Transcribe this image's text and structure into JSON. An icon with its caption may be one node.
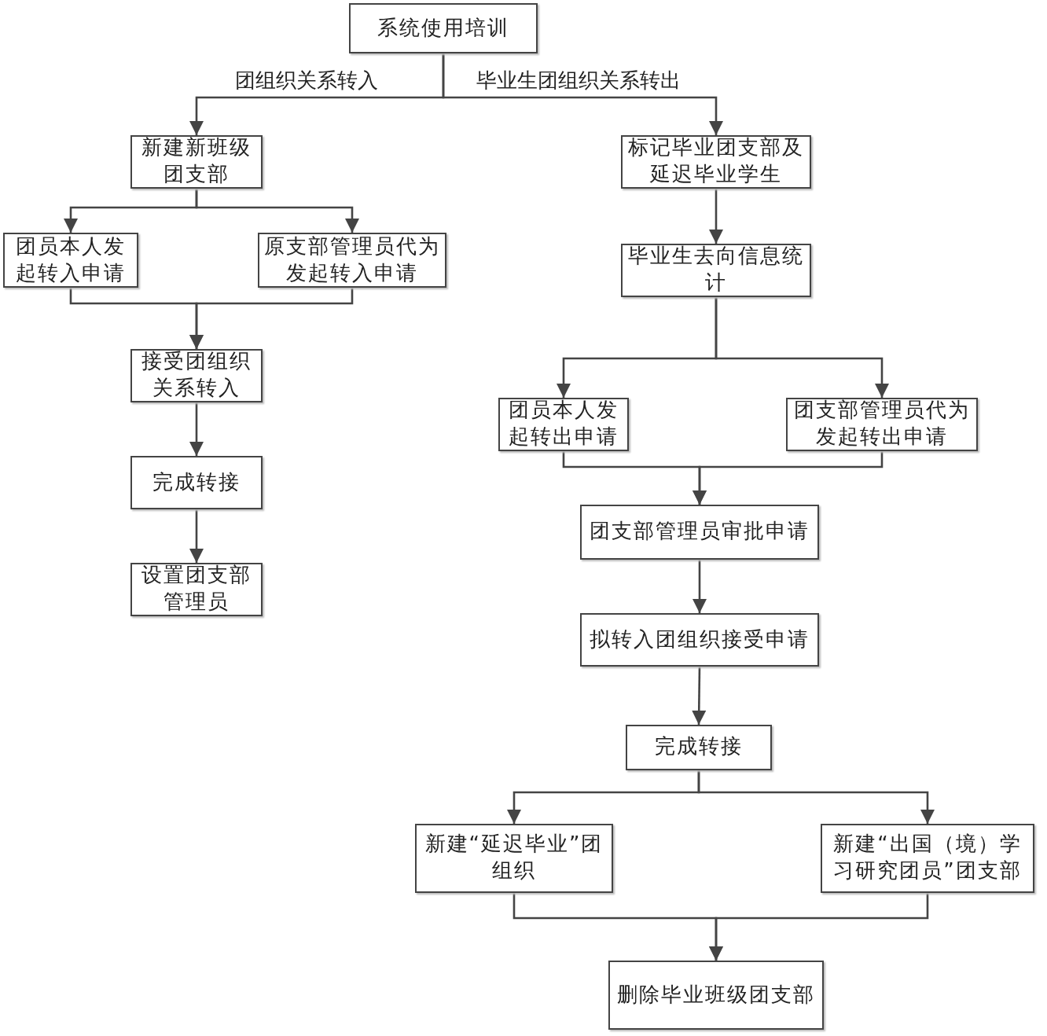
{
  "diagram": {
    "nodes": [
      {
        "text": [
          "系统使用培训"
        ]
      },
      {
        "text": [
          "新建新班级团支部"
        ]
      },
      {
        "text": [
          "标记毕业团支部及延迟毕业学生"
        ]
      },
      {
        "text": [
          "团员本人发起转入申请"
        ]
      },
      {
        "text": [
          "原支部管理员代为发起转入申请"
        ]
      },
      {
        "text": [
          "毕业生去向信息统计"
        ]
      },
      {
        "text": [
          "接受团组织关系转入"
        ]
      },
      {
        "text": [
          "团员本人发起转出申请"
        ]
      },
      {
        "text": [
          "团支部管理员代为发起转出申请"
        ]
      },
      {
        "text": [
          "完成转接"
        ]
      },
      {
        "text": [
          "团支部管理员审批申请"
        ]
      },
      {
        "text": [
          "设置团支部管理员"
        ]
      },
      {
        "text": [
          "拟转入团组织接受申请"
        ]
      },
      {
        "text": [
          "完成转接"
        ]
      },
      {
        "text": [
          "新建“延迟毕业”团组织"
        ]
      },
      {
        "text": [
          "新建“出国（境）学习研究团员”团支部"
        ]
      },
      {
        "text": [
          "删除毕业班级团支部"
        ]
      }
    ],
    "edges": [
      {
        "from": 0,
        "to": 1,
        "arrow": "to",
        "label": "团组织关系转入"
      },
      {
        "from": 0,
        "to": 2,
        "arrow": "to",
        "label": "毕业生团组织关系转出"
      },
      {
        "from": 1,
        "to": 3,
        "arrow": "to"
      },
      {
        "from": 1,
        "to": 4,
        "arrow": "to"
      },
      {
        "from": 3,
        "to": 6,
        "arrow": "to"
      },
      {
        "from": 4,
        "to": 6,
        "arrow": "to"
      },
      {
        "from": 6,
        "to": 9,
        "arrow": "to"
      },
      {
        "from": 9,
        "to": 11,
        "arrow": "to"
      },
      {
        "from": 2,
        "to": 5,
        "arrow": "to"
      },
      {
        "from": 5,
        "to": 7,
        "arrow": "to"
      },
      {
        "from": 5,
        "to": 8,
        "arrow": "to"
      },
      {
        "from": 7,
        "to": 10,
        "arrow": "to"
      },
      {
        "from": 8,
        "to": 10,
        "arrow": "to"
      },
      {
        "from": 10,
        "to": 12,
        "arrow": "to"
      },
      {
        "from": 12,
        "to": 13,
        "arrow": "to"
      },
      {
        "from": 13,
        "to": 14,
        "arrow": "to"
      },
      {
        "from": 13,
        "to": 15,
        "arrow": "to"
      },
      {
        "from": 14,
        "to": 16,
        "arrow": "to"
      },
      {
        "from": 15,
        "to": 16,
        "arrow": "to"
      }
    ]
  }
}
